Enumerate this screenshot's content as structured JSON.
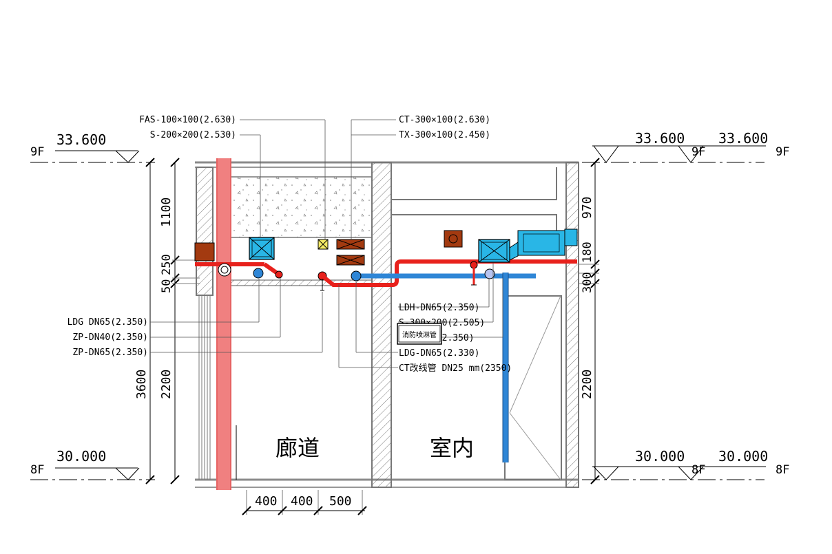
{
  "colors": {
    "supply_pipe": "#e8211c",
    "return_pipe": "#2f86d6",
    "riser": "#f08080",
    "duct_fill": "#29b6e6",
    "equipment_brown": "#a33a10",
    "fas_yellow": "#f4ea66"
  },
  "levels": {
    "top_left_value": "33.600",
    "top_left_floor": "9F",
    "top_mid_value": "33.600",
    "top_mid_floor": "9F",
    "top_right_value": "33.600",
    "top_right_floor": "9F",
    "bottom_left_value": "30.000",
    "bottom_left_floor": "8F",
    "bottom_mid_value": "30.000",
    "bottom_mid_floor": "8F",
    "bottom_right_value": "30.000",
    "bottom_right_floor": "8F"
  },
  "dimensions": {
    "left_total": "3600",
    "left_ceiling_void": "1100",
    "left_250": "250",
    "left_50": "50",
    "left_clear_height": "2200",
    "right_970": "970",
    "right_180": "180",
    "right_300": "300",
    "right_clear_height": "2200",
    "bottom_1": "400",
    "bottom_2": "400",
    "bottom_3": "500"
  },
  "labels": {
    "fas": "FAS-100×100(2.630)",
    "s_duct_left": "S-200×200(2.530)",
    "ct": "CT-300×100(2.630)",
    "tx": "TX-300×100(2.450)",
    "ldg_left": "LDG DN65(2.350)",
    "zp40": "ZP-DN40(2.350)",
    "zp65": "ZP-DN65(2.350)",
    "ldh_right": "LDH-DN65(2.350)",
    "s_duct_right": "S-300×200(2.505)",
    "fire_box": "消防喷淋管",
    "ln_right": "LN-DN25(2.350)",
    "ldg_right": "LDG-DN65(2.330)",
    "ct_conduit": "CT改线管 DN25 mm(2350)"
  },
  "rooms": {
    "corridor": "廊道",
    "indoor": "室内"
  }
}
